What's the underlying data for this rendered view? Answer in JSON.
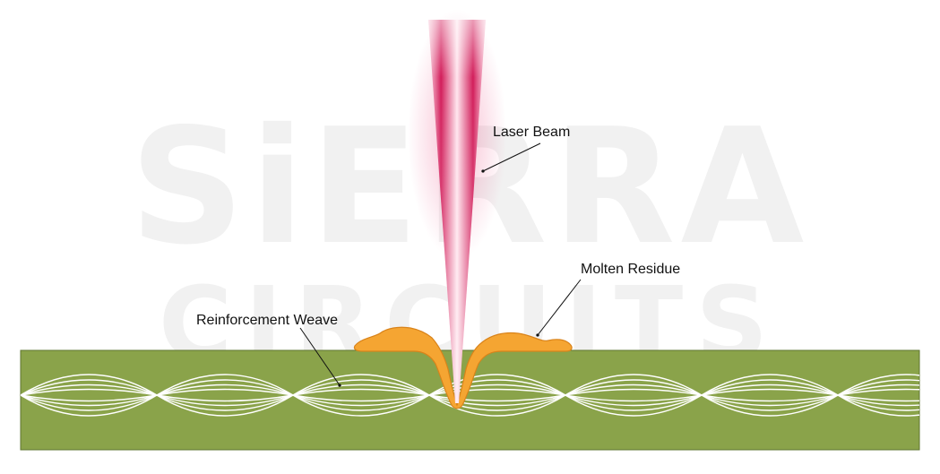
{
  "watermark": {
    "line1": "SiERRA",
    "line2": "CIRCUITS",
    "color": "#f1f1f1"
  },
  "labels": {
    "laser_beam": "Laser Beam",
    "molten_residue": "Molten Residue",
    "reinforcement_weave": "Reinforcement Weave"
  },
  "colors": {
    "substrate": "#8aa34a",
    "substrate_border": "#5f7530",
    "weave": "#ffffff",
    "beam_core": "#ffe0ea",
    "beam_edge": "#d21d5a",
    "molten": "#f5a532",
    "molten_edge": "#d9831a"
  }
}
